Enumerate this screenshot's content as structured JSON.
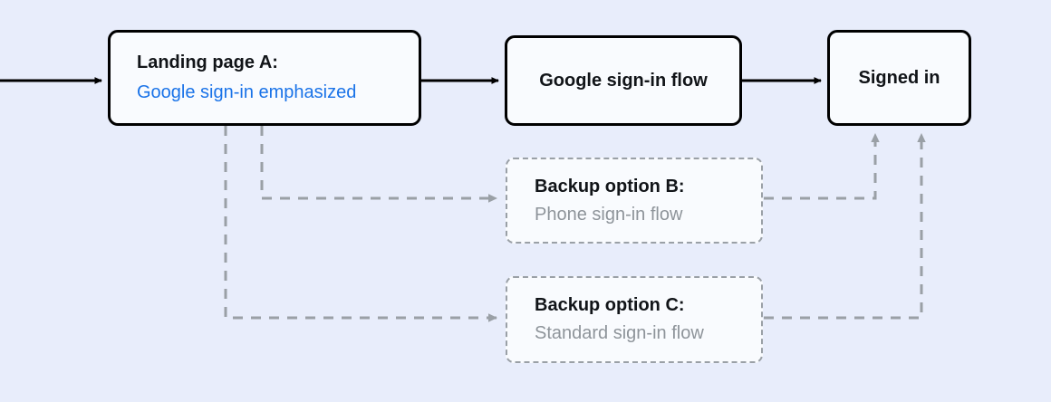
{
  "diagram": {
    "background_color": "#e8edfb",
    "node_fill_color": "#f9fbfe",
    "solid_edge_color": "#000000",
    "dashed_edge_color": "#9aa0a6",
    "accent_blue": "#1a73e8",
    "muted_gray": "#8e949a",
    "nodes": {
      "landing_a": {
        "title": "Landing page A:",
        "subtitle": "Google sign-in emphasized"
      },
      "google_flow": {
        "title": "Google sign-in flow"
      },
      "signed_in": {
        "title": "Signed in"
      },
      "backup_b": {
        "title": "Backup option B:",
        "subtitle": "Phone sign-in flow"
      },
      "backup_c": {
        "title": "Backup option C:",
        "subtitle": "Standard sign-in flow"
      }
    },
    "edges": [
      {
        "name": "entry-to-landing-a",
        "style": "solid",
        "from": "entry",
        "to": "landing_a"
      },
      {
        "name": "landing-a-to-google-flow",
        "style": "solid",
        "from": "landing_a",
        "to": "google_flow"
      },
      {
        "name": "google-flow-to-signed-in",
        "style": "solid",
        "from": "google_flow",
        "to": "signed_in"
      },
      {
        "name": "landing-a-to-backup-b",
        "style": "dashed",
        "from": "landing_a",
        "to": "backup_b"
      },
      {
        "name": "landing-a-to-backup-c",
        "style": "dashed",
        "from": "landing_a",
        "to": "backup_c"
      },
      {
        "name": "backup-b-to-signed-in",
        "style": "dashed",
        "from": "backup_b",
        "to": "signed_in"
      },
      {
        "name": "backup-c-to-signed-in",
        "style": "dashed",
        "from": "backup_c",
        "to": "signed_in"
      }
    ]
  }
}
